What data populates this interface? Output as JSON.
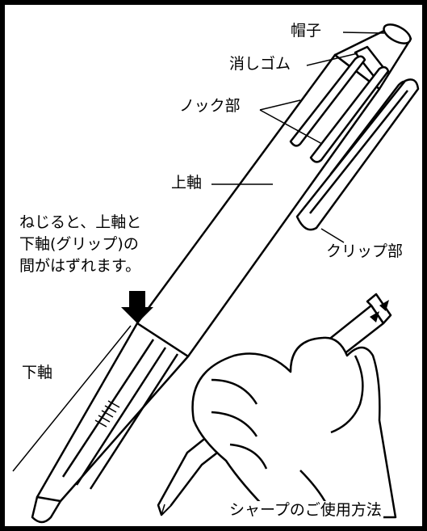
{
  "labels": {
    "cap": "帽子",
    "eraser": "消しゴム",
    "knock": "ノック部",
    "upper_barrel": "上軸",
    "clip": "クリップ部",
    "lower_barrel": "下軸",
    "note_lines": [
      "ねじると、上軸と",
      "下軸(グリップ)の",
      "間がはずれます。"
    ],
    "usage": "シャープのご使用方法"
  },
  "colors": {
    "ink": "#000000",
    "background": "#ffffff",
    "frame": "#000000"
  }
}
